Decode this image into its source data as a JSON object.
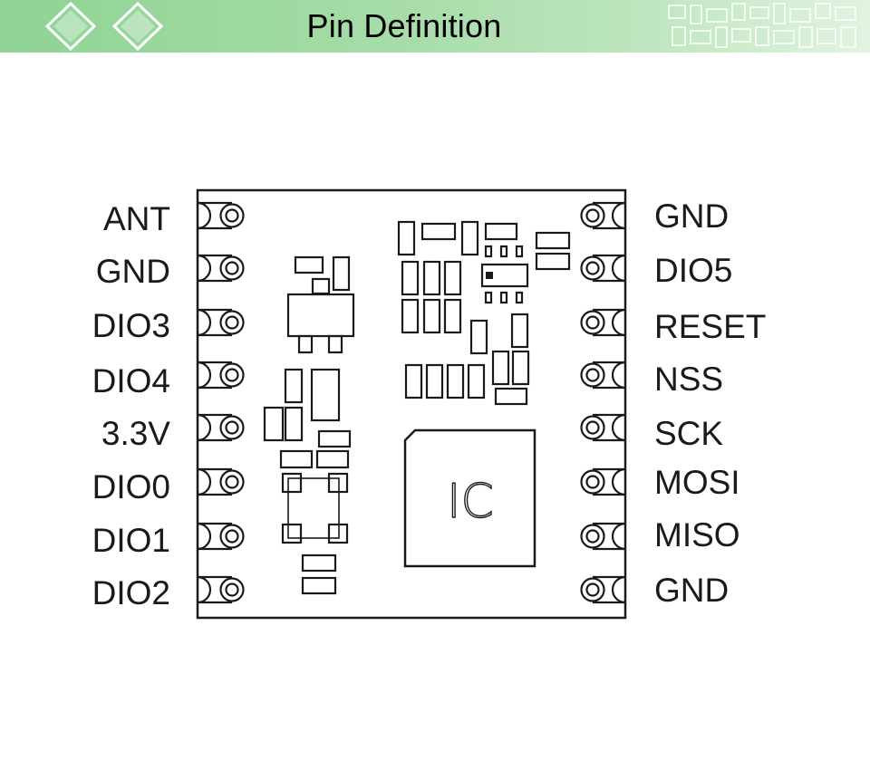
{
  "header": {
    "title": "Pin Definition"
  },
  "module": {
    "chip_label": "IC",
    "left_pins": [
      "ANT",
      "GND",
      "DIO3",
      "DIO4",
      "3.3V",
      "DIO0",
      "DIO1",
      "DIO2"
    ],
    "right_pins": [
      "GND",
      "DIO5",
      "RESET",
      "NSS",
      "SCK",
      "MOSI",
      "MISO",
      "GND"
    ]
  },
  "colors": {
    "banner_green": "#8fd394",
    "outline": "#1a1a1a"
  }
}
